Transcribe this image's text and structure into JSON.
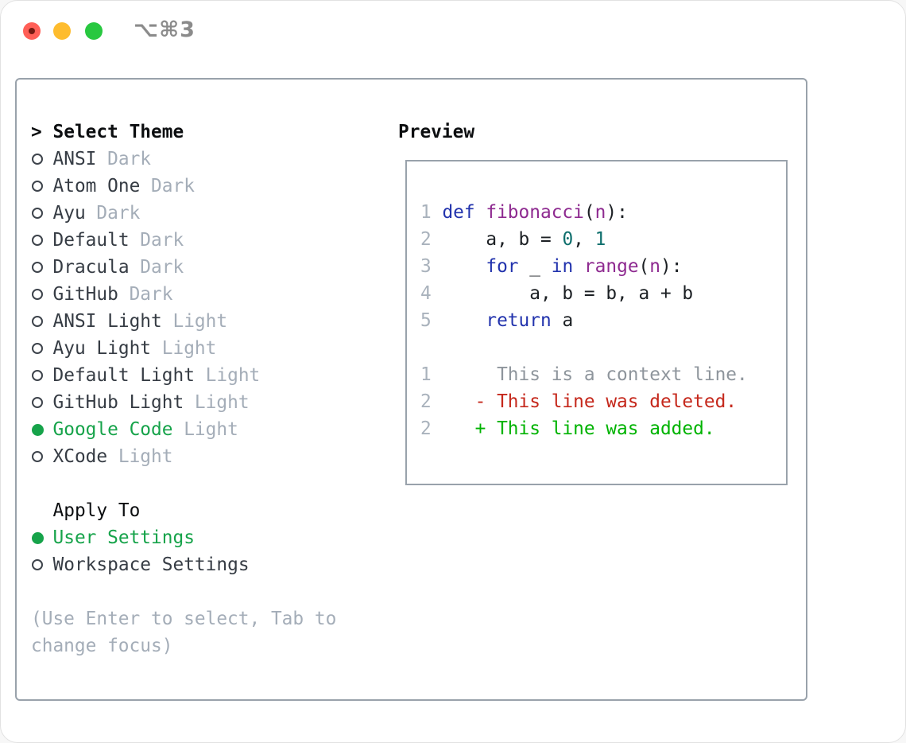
{
  "window": {
    "title": "⌥⌘3"
  },
  "theme_list": {
    "prompt": ">",
    "header": "Select Theme",
    "items": [
      {
        "name": "ANSI",
        "variant": "Dark",
        "selected": false
      },
      {
        "name": "Atom One",
        "variant": "Dark",
        "selected": false
      },
      {
        "name": "Ayu",
        "variant": "Dark",
        "selected": false
      },
      {
        "name": "Default",
        "variant": "Dark",
        "selected": false
      },
      {
        "name": "Dracula",
        "variant": "Dark",
        "selected": false
      },
      {
        "name": "GitHub",
        "variant": "Dark",
        "selected": false
      },
      {
        "name": "ANSI Light",
        "variant": "Light",
        "selected": false
      },
      {
        "name": "Ayu Light",
        "variant": "Light",
        "selected": false
      },
      {
        "name": "Default Light",
        "variant": "Light",
        "selected": false
      },
      {
        "name": "GitHub Light",
        "variant": "Light",
        "selected": false
      },
      {
        "name": "Google Code",
        "variant": "Light",
        "selected": true
      },
      {
        "name": "XCode",
        "variant": "Light",
        "selected": false
      }
    ]
  },
  "apply_to": {
    "header": "Apply To",
    "options": [
      {
        "label": "User Settings",
        "selected": true
      },
      {
        "label": "Workspace Settings",
        "selected": false
      }
    ]
  },
  "help": {
    "line1": "(Use Enter to select, Tab to",
    "line2": "change focus)"
  },
  "preview": {
    "header": "Preview",
    "code_lines": [
      [
        {
          "t": "1 ",
          "c": "num"
        },
        {
          "t": "def ",
          "c": "kwd"
        },
        {
          "t": "fibonacci",
          "c": "typ"
        },
        {
          "t": "(",
          "c": "pln"
        },
        {
          "t": "n",
          "c": "typ"
        },
        {
          "t": "):",
          "c": "pln"
        }
      ],
      [
        {
          "t": "2 ",
          "c": "num"
        },
        {
          "t": "    a, b = ",
          "c": "pln"
        },
        {
          "t": "0",
          "c": "lit"
        },
        {
          "t": ", ",
          "c": "pln"
        },
        {
          "t": "1",
          "c": "lit"
        }
      ],
      [
        {
          "t": "3 ",
          "c": "num"
        },
        {
          "t": "    ",
          "c": "pln"
        },
        {
          "t": "for",
          "c": "kwd"
        },
        {
          "t": " _ ",
          "c": "pln"
        },
        {
          "t": "in",
          "c": "kwd"
        },
        {
          "t": " ",
          "c": "pln"
        },
        {
          "t": "range",
          "c": "typ"
        },
        {
          "t": "(",
          "c": "pln"
        },
        {
          "t": "n",
          "c": "typ"
        },
        {
          "t": "):",
          "c": "pln"
        }
      ],
      [
        {
          "t": "4 ",
          "c": "num"
        },
        {
          "t": "        a, b = b, a + b",
          "c": "pln"
        }
      ],
      [
        {
          "t": "5 ",
          "c": "num"
        },
        {
          "t": "    ",
          "c": "pln"
        },
        {
          "t": "return",
          "c": "kwd"
        },
        {
          "t": " a",
          "c": "pln"
        }
      ],
      [],
      [
        {
          "t": "1 ",
          "c": "num"
        },
        {
          "t": "     This is a context line.",
          "c": "ctx"
        }
      ],
      [
        {
          "t": "2 ",
          "c": "num"
        },
        {
          "t": "   - This line was deleted.",
          "c": "del"
        }
      ],
      [
        {
          "t": "2 ",
          "c": "num"
        },
        {
          "t": "   + This line was added.",
          "c": "add"
        }
      ]
    ]
  },
  "colors": {
    "accent_green": "#16a34a",
    "diff_add": "#00b302",
    "diff_del": "#c5281c",
    "keyword_blue": "#2233ad",
    "type_purple": "#8e2a90",
    "literal_teal": "#0f6f6d",
    "code_plain": "#1c2024",
    "context_gray": "#8e959c",
    "line_number": "#a9b2bc",
    "text_primary": "#363c44",
    "text_header": "#0c0e10",
    "text_dim": "#a4adb8",
    "border_gray": "#99a2ab",
    "titlebar_gray": "#8b8b8b",
    "light_red": "#ff5f57",
    "light_red_dot": "#751a12",
    "light_yellow": "#febc2e",
    "light_green": "#28c840"
  }
}
